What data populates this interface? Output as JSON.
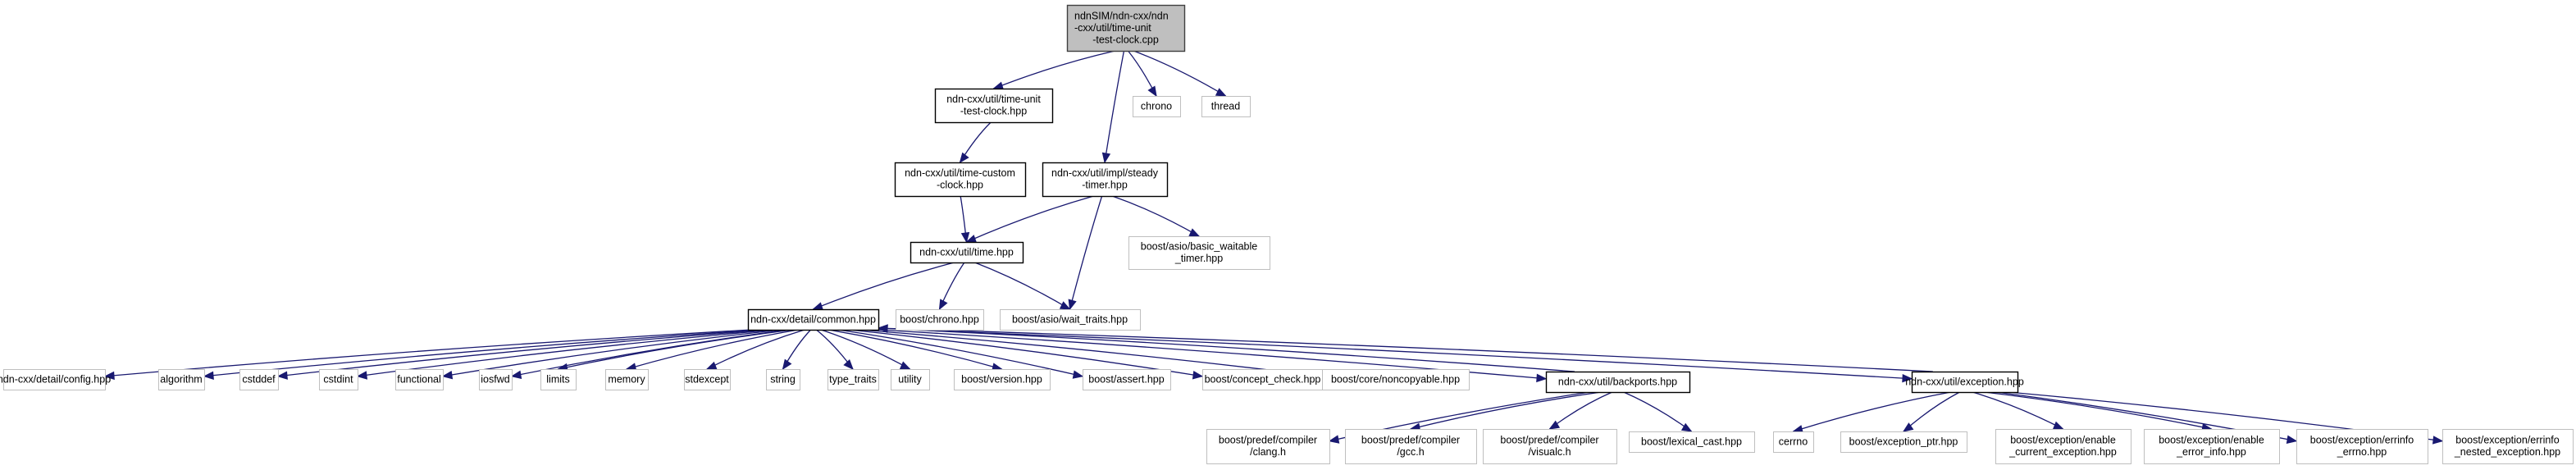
{
  "diagram": {
    "type": "include-dependency-graph",
    "colors": {
      "edge": "#191970",
      "root_fill": "#bfbfbf",
      "root_border": "#404040",
      "documented_border": "#000000",
      "external_border": "#bfbfbf",
      "node_fill": "#ffffff"
    },
    "nodes": [
      {
        "id": "root",
        "kind": "root",
        "lines": [
          "ndnSIM/ndn-cxx/ndn",
          "-cxx/util/time-unit",
          "-test-clock.cpp"
        ]
      },
      {
        "id": "time_unit_test_clock_hpp",
        "kind": "documented",
        "lines": [
          "ndn-cxx/util/time-unit",
          "-test-clock.hpp"
        ]
      },
      {
        "id": "chrono",
        "kind": "external",
        "lines": [
          "chrono"
        ]
      },
      {
        "id": "thread",
        "kind": "external",
        "lines": [
          "thread"
        ]
      },
      {
        "id": "time_custom_clock_hpp",
        "kind": "documented",
        "lines": [
          "ndn-cxx/util/time-custom",
          "-clock.hpp"
        ]
      },
      {
        "id": "steady_timer_hpp",
        "kind": "documented",
        "lines": [
          "ndn-cxx/util/impl/steady",
          "-timer.hpp"
        ]
      },
      {
        "id": "time_hpp",
        "kind": "documented",
        "lines": [
          "ndn-cxx/util/time.hpp"
        ]
      },
      {
        "id": "basic_waitable_timer_hpp",
        "kind": "external",
        "lines": [
          "boost/asio/basic_waitable",
          "_timer.hpp"
        ]
      },
      {
        "id": "common_hpp",
        "kind": "documented",
        "lines": [
          "ndn-cxx/detail/common.hpp"
        ]
      },
      {
        "id": "boost_chrono_hpp",
        "kind": "external",
        "lines": [
          "boost/chrono.hpp"
        ]
      },
      {
        "id": "wait_traits_hpp",
        "kind": "external",
        "lines": [
          "boost/asio/wait_traits.hpp"
        ]
      },
      {
        "id": "config_hpp",
        "kind": "external",
        "lines": [
          "ndn-cxx/detail/config.hpp"
        ]
      },
      {
        "id": "algorithm",
        "kind": "external",
        "lines": [
          "algorithm"
        ]
      },
      {
        "id": "cstddef",
        "kind": "external",
        "lines": [
          "cstddef"
        ]
      },
      {
        "id": "cstdint",
        "kind": "external",
        "lines": [
          "cstdint"
        ]
      },
      {
        "id": "functional",
        "kind": "external",
        "lines": [
          "functional"
        ]
      },
      {
        "id": "iosfwd",
        "kind": "external",
        "lines": [
          "iosfwd"
        ]
      },
      {
        "id": "limits",
        "kind": "external",
        "lines": [
          "limits"
        ]
      },
      {
        "id": "memory",
        "kind": "external",
        "lines": [
          "memory"
        ]
      },
      {
        "id": "stdexcept",
        "kind": "external",
        "lines": [
          "stdexcept"
        ]
      },
      {
        "id": "string",
        "kind": "external",
        "lines": [
          "string"
        ]
      },
      {
        "id": "type_traits",
        "kind": "external",
        "lines": [
          "type_traits"
        ]
      },
      {
        "id": "utility",
        "kind": "external",
        "lines": [
          "utility"
        ]
      },
      {
        "id": "boost_version_hpp",
        "kind": "external",
        "lines": [
          "boost/version.hpp"
        ]
      },
      {
        "id": "boost_assert_hpp",
        "kind": "external",
        "lines": [
          "boost/assert.hpp"
        ]
      },
      {
        "id": "boost_concept_check_hpp",
        "kind": "external",
        "lines": [
          "boost/concept_check.hpp"
        ]
      },
      {
        "id": "boost_noncopyable_hpp",
        "kind": "external",
        "lines": [
          "boost/core/noncopyable.hpp"
        ]
      },
      {
        "id": "backports_hpp",
        "kind": "documented",
        "lines": [
          "ndn-cxx/util/backports.hpp"
        ]
      },
      {
        "id": "exception_hpp",
        "kind": "documented",
        "lines": [
          "ndn-cxx/util/exception.hpp"
        ]
      },
      {
        "id": "clang_h",
        "kind": "external",
        "lines": [
          "boost/predef/compiler",
          "/clang.h"
        ]
      },
      {
        "id": "gcc_h",
        "kind": "external",
        "lines": [
          "boost/predef/compiler",
          "/gcc.h"
        ]
      },
      {
        "id": "visualc_h",
        "kind": "external",
        "lines": [
          "boost/predef/compiler",
          "/visualc.h"
        ]
      },
      {
        "id": "lexical_cast_hpp",
        "kind": "external",
        "lines": [
          "boost/lexical_cast.hpp"
        ]
      },
      {
        "id": "cerrno",
        "kind": "external",
        "lines": [
          "cerrno"
        ]
      },
      {
        "id": "exception_ptr_hpp",
        "kind": "external",
        "lines": [
          "boost/exception_ptr.hpp"
        ]
      },
      {
        "id": "enable_current_exception_hpp",
        "kind": "external",
        "lines": [
          "boost/exception/enable",
          "_current_exception.hpp"
        ]
      },
      {
        "id": "enable_error_info_hpp",
        "kind": "external",
        "lines": [
          "boost/exception/enable",
          "_error_info.hpp"
        ]
      },
      {
        "id": "errinfo_errno_hpp",
        "kind": "external",
        "lines": [
          "boost/exception/errinfo",
          "_errno.hpp"
        ]
      },
      {
        "id": "errinfo_nested_exception_hpp",
        "kind": "external",
        "lines": [
          "boost/exception/errinfo",
          "_nested_exception.hpp"
        ]
      }
    ],
    "edges": [
      [
        "root",
        "time_unit_test_clock_hpp"
      ],
      [
        "root",
        "steady_timer_hpp"
      ],
      [
        "root",
        "chrono"
      ],
      [
        "root",
        "thread"
      ],
      [
        "time_unit_test_clock_hpp",
        "time_custom_clock_hpp"
      ],
      [
        "time_custom_clock_hpp",
        "time_hpp"
      ],
      [
        "steady_timer_hpp",
        "time_hpp"
      ],
      [
        "steady_timer_hpp",
        "wait_traits_hpp"
      ],
      [
        "steady_timer_hpp",
        "basic_waitable_timer_hpp"
      ],
      [
        "time_hpp",
        "common_hpp"
      ],
      [
        "time_hpp",
        "boost_chrono_hpp"
      ],
      [
        "time_hpp",
        "wait_traits_hpp"
      ],
      [
        "common_hpp",
        "config_hpp"
      ],
      [
        "common_hpp",
        "algorithm"
      ],
      [
        "common_hpp",
        "cstddef"
      ],
      [
        "common_hpp",
        "cstdint"
      ],
      [
        "common_hpp",
        "functional"
      ],
      [
        "common_hpp",
        "iosfwd"
      ],
      [
        "common_hpp",
        "limits"
      ],
      [
        "common_hpp",
        "memory"
      ],
      [
        "common_hpp",
        "stdexcept"
      ],
      [
        "common_hpp",
        "string"
      ],
      [
        "common_hpp",
        "type_traits"
      ],
      [
        "common_hpp",
        "utility"
      ],
      [
        "common_hpp",
        "boost_version_hpp"
      ],
      [
        "common_hpp",
        "boost_assert_hpp"
      ],
      [
        "common_hpp",
        "boost_concept_check_hpp"
      ],
      [
        "common_hpp",
        "boost_noncopyable_hpp"
      ],
      [
        "common_hpp",
        "backports_hpp"
      ],
      [
        "common_hpp",
        "exception_hpp"
      ],
      [
        "backports_hpp",
        "common_hpp"
      ],
      [
        "backports_hpp",
        "clang_h"
      ],
      [
        "backports_hpp",
        "gcc_h"
      ],
      [
        "backports_hpp",
        "visualc_h"
      ],
      [
        "backports_hpp",
        "lexical_cast_hpp"
      ],
      [
        "exception_hpp",
        "common_hpp"
      ],
      [
        "exception_hpp",
        "cerrno"
      ],
      [
        "exception_hpp",
        "exception_ptr_hpp"
      ],
      [
        "exception_hpp",
        "enable_current_exception_hpp"
      ],
      [
        "exception_hpp",
        "enable_error_info_hpp"
      ],
      [
        "exception_hpp",
        "errinfo_errno_hpp"
      ],
      [
        "exception_hpp",
        "errinfo_nested_exception_hpp"
      ]
    ]
  }
}
